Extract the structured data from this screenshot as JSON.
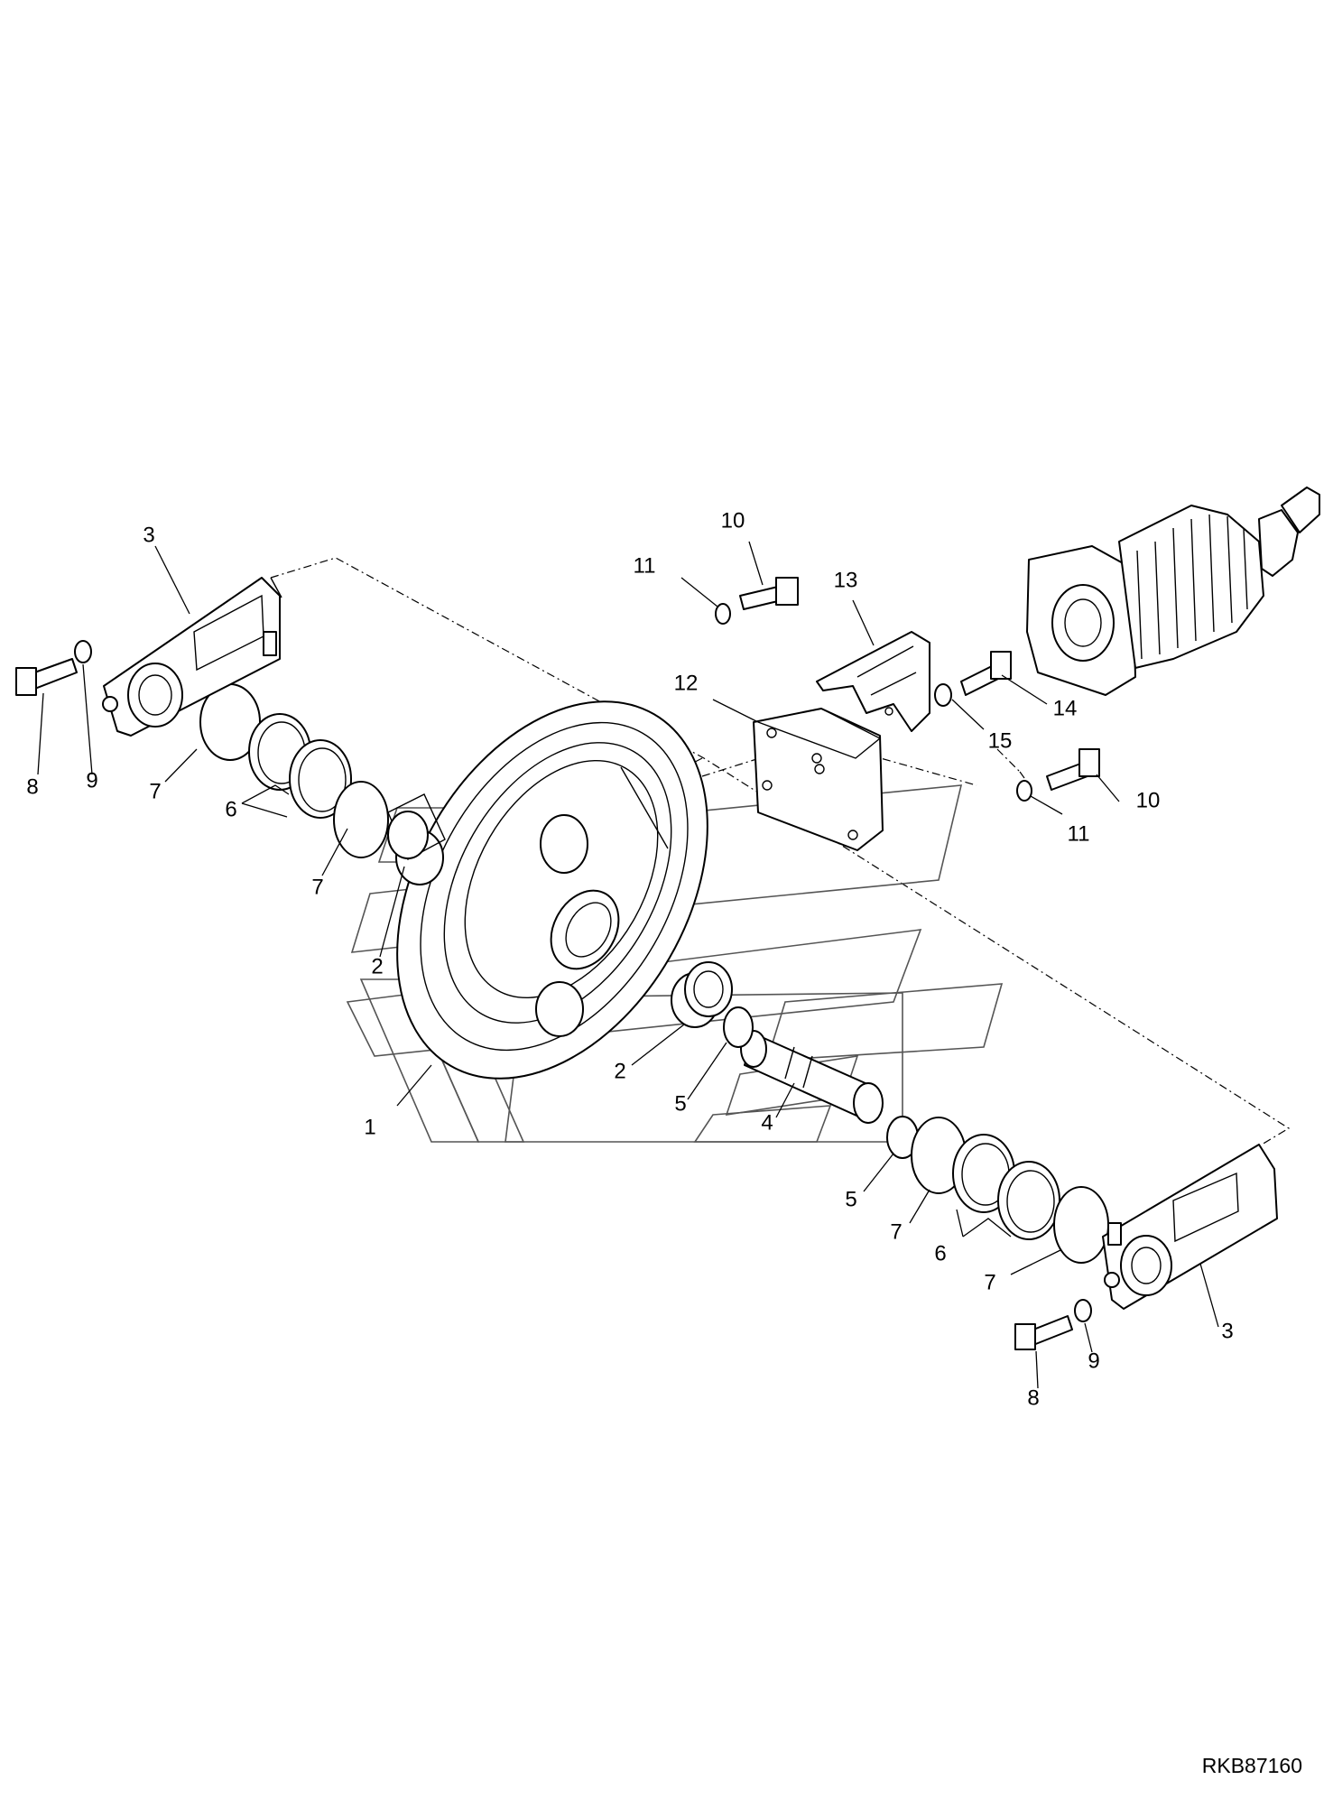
{
  "diagram": {
    "reference_code": "RKB87160",
    "callouts": [
      "1",
      "2",
      "2",
      "3",
      "3",
      "4",
      "5",
      "5",
      "6",
      "6",
      "7",
      "7",
      "7",
      "7",
      "8",
      "8",
      "9",
      "9",
      "10",
      "10",
      "11",
      "11",
      "12",
      "13",
      "14",
      "15"
    ]
  }
}
